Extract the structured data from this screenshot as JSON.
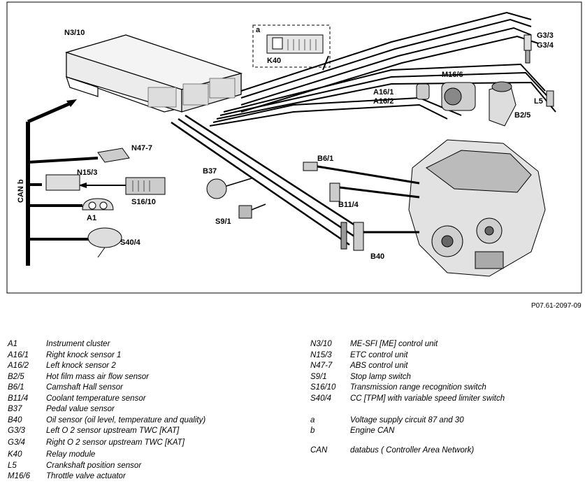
{
  "diagram": {
    "labels": {
      "n3_10": "N3/10",
      "k40": "K40",
      "a_circuit": "a",
      "g3_3": "G3/3",
      "g3_4": "G3/4",
      "m16_6": "M16/6",
      "a16_1": "A16/1",
      "a16_2": "A16/2",
      "l5": "L5",
      "b2_5": "B2/5",
      "n47_7": "N47-7",
      "n15_3": "N15/3",
      "s16_10": "S16/10",
      "a1": "A1",
      "s40_4": "S40/4",
      "b37": "B37",
      "s9_1": "S9/1",
      "b6_1": "B6/1",
      "b11_4": "B11/4",
      "b40": "B40",
      "can_b": "CAN b"
    },
    "reference": "P07.61-2097-09"
  },
  "legend_left": [
    {
      "code": "A1",
      "desc": "Instrument cluster"
    },
    {
      "code": "A16/1",
      "desc": "Right knock sensor 1"
    },
    {
      "code": "A16/2",
      "desc": "Left knock sensor 2"
    },
    {
      "code": "B2/5",
      "desc": "Hot film mass air flow sensor"
    },
    {
      "code": "B6/1",
      "desc": "Camshaft Hall sensor"
    },
    {
      "code": "B11/4",
      "desc": "Coolant temperature sensor"
    },
    {
      "code": "B37",
      "desc": "Pedal value sensor"
    },
    {
      "code": "B40",
      "desc": "Oil sensor (oil level, temperature and quality)"
    },
    {
      "code": "G3/3",
      "desc": "Left O 2 sensor upstream TWC [KAT]"
    },
    {
      "code": "G3/4",
      "desc": "Right O 2 sensor upstream TWC [KAT]"
    },
    {
      "code": "K40",
      "desc": "Relay module"
    },
    {
      "code": "L5",
      "desc": "Crankshaft position sensor"
    },
    {
      "code": "M16/6",
      "desc": "Throttle valve actuator"
    }
  ],
  "legend_right": [
    {
      "code": "N3/10",
      "desc": "ME-SFI [ME] control unit"
    },
    {
      "code": "N15/3",
      "desc": "ETC control unit"
    },
    {
      "code": "N47-7",
      "desc": "ABS control unit"
    },
    {
      "code": "S9/1",
      "desc": "Stop lamp switch"
    },
    {
      "code": "S16/10",
      "desc": "Transmission range recognition switch"
    },
    {
      "code": "S40/4",
      "desc": "CC [TPM] with variable speed limiter switch"
    },
    {
      "code": "a",
      "desc": "Voltage supply circuit 87 and 30"
    },
    {
      "code": "b",
      "desc": "Engine CAN"
    },
    {
      "code": "CAN",
      "desc": "databus ( Controller  Area  Network)"
    }
  ]
}
